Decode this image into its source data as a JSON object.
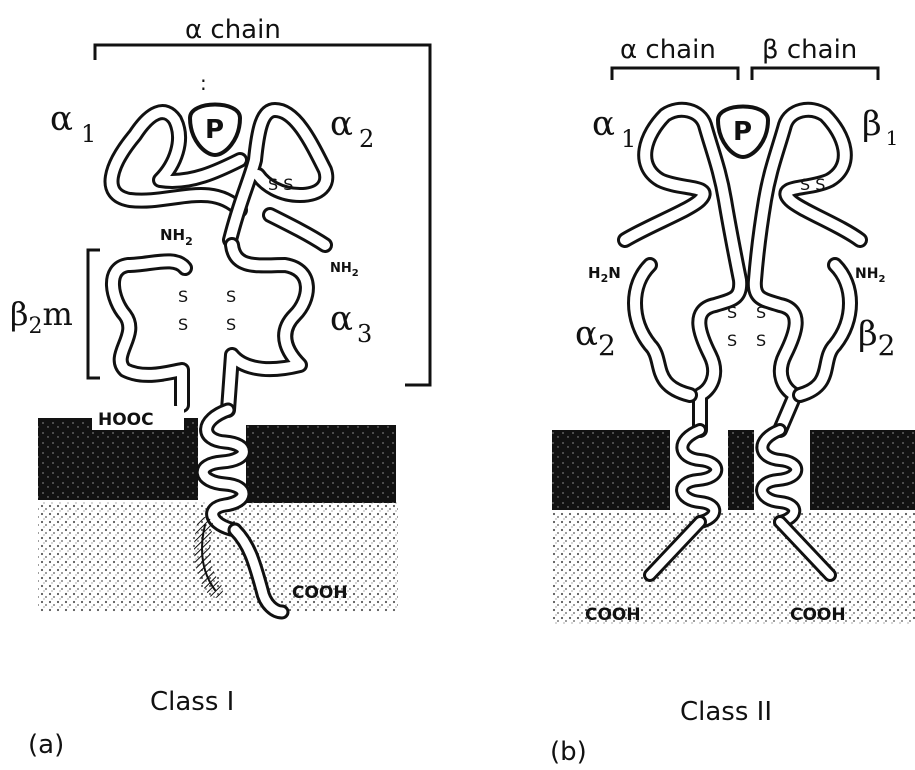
{
  "panel_a": {
    "chain_label": "α chain",
    "alpha1": "α",
    "alpha1_sub": "1",
    "alpha2": "α",
    "alpha2_sub": "2",
    "alpha3": "α",
    "alpha3_sub": "3",
    "peptide": "P",
    "disulfide_top": "S S",
    "nh2_left": "NH",
    "nh2_left_sub": "2",
    "nh2_right": "NH",
    "nh2_right_sub": "2",
    "beta2m": "β",
    "beta2m_sub": "2",
    "beta2m_suffix": "m",
    "ss_left_1": "S",
    "ss_left_2": "S",
    "ss_right_1": "S",
    "ss_right_2": "S",
    "hooc": "HOOC",
    "cooh": "COOH",
    "class_label": "Class I",
    "panel_letter": "(a)"
  },
  "panel_b": {
    "alpha_chain_label": "α chain",
    "beta_chain_label": "β chain",
    "alpha1": "α",
    "alpha1_sub": "1",
    "beta1": "β",
    "beta1_sub": "1",
    "alpha2": "α",
    "alpha2_sub": "2",
    "beta2": "β",
    "beta2_sub": "2",
    "peptide": "P",
    "disulfide_top": "S S",
    "h2n": "H",
    "h2n_sub": "2",
    "h2n_suffix": "N",
    "nh2": "NH",
    "nh2_sub": "2",
    "ss_left_1": "S",
    "ss_left_2": "S",
    "ss_right_1": "S",
    "ss_right_2": "S",
    "cooh_left": "COOH",
    "cooh_right": "COOH",
    "class_label": "Class II",
    "panel_letter": "(b)"
  },
  "colors": {
    "ink": "#111111",
    "membrane": "#1a1a1a",
    "cytoplasm_dots": "#333333"
  }
}
